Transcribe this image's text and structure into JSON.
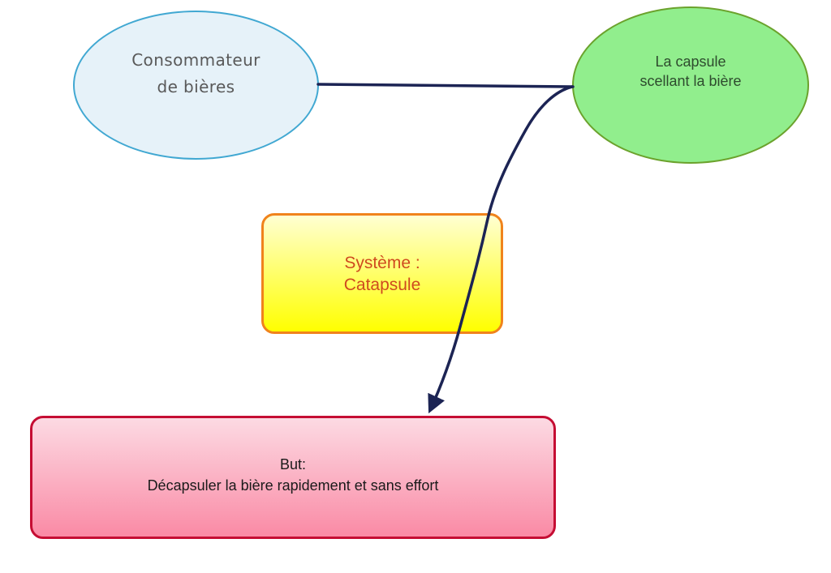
{
  "diagram": {
    "background": "#ffffff",
    "connector_color": "#1c2454",
    "nodes": {
      "consumer": {
        "shape": "ellipse",
        "lines": [
          "Consommateur",
          "de bières"
        ],
        "fill": "#e6f2f9",
        "border_color": "#41a8d2",
        "text_color": "#595959"
      },
      "capsule": {
        "shape": "ellipse",
        "lines": [
          "La capsule",
          "scellant la bière"
        ],
        "fill": "#91ee8d",
        "border_color": "#6ba22c",
        "text_color": "#2e4b2e"
      },
      "system": {
        "shape": "rounded-rectangle",
        "lines": [
          "Système :",
          "Catapsule"
        ],
        "fill_top": "#ffffd2",
        "fill_bottom": "#ffff00",
        "border_color": "#f0831c",
        "text_color": "#cf4a1f"
      },
      "goal": {
        "shape": "rounded-rectangle",
        "lines": [
          "But:",
          "Décapsuler la bière rapidement et sans effort"
        ],
        "fill_top": "#fcdae3",
        "fill_bottom": "#fa8aa5",
        "border_color": "#c50d33",
        "text_color": "#1a1a1a"
      }
    },
    "connectors": [
      {
        "from": "consumer",
        "to": "capsule",
        "style": "straight-line"
      },
      {
        "from": "capsule",
        "to": "goal",
        "style": "curved-arrow"
      }
    ]
  }
}
